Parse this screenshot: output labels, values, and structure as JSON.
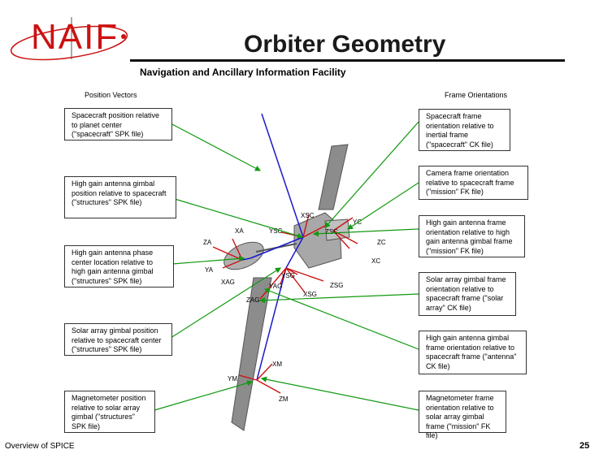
{
  "logo": {
    "text": "NAIF"
  },
  "title": "Orbiter Geometry",
  "subtitle": "Navigation and Ancillary Information Facility",
  "headers": {
    "left": "Position Vectors",
    "right": "Frame Orientations"
  },
  "left_boxes": [
    "Spacecraft position relative to planet center (\"spacecraft\" SPK file)",
    "High gain antenna gimbal position relative to spacecraft (\"structures\" SPK file)",
    "High gain antenna phase center location relative to high gain antenna gimbal (\"structures\" SPK file)",
    "Solar array gimbal position relative to spacecraft center (\"structures\" SPK file)",
    "Magnetometer position relative to solar array gimbal (\"structures\" SPK file)"
  ],
  "right_boxes": [
    "Spacecraft frame orientation relative to inertial frame (\"spacecraft\" CK file)",
    "Camera frame orientation relative to spacecraft frame (\"mission\" FK file)",
    "High gain antenna frame orientation relative to high gain antenna gimbal frame (\"mission\" FK file)",
    "Solar array gimbal frame orientation relative to spacecraft frame (\"solar array\" CK file)",
    "High gain antenna gimbal frame orientation relative to spacecraft frame (\"antenna\" CK file)",
    "Magnetometer frame orientation relative to solar array gimbal frame (\"mission\" FK file)"
  ],
  "axis_labels": {
    "xsc": "XSC",
    "ysc": "YSC",
    "zsc": "ZSC",
    "xc": "XC",
    "yc": "YC",
    "zc": "ZC",
    "xa": "XA",
    "ya": "YA",
    "za": "ZA",
    "xag": "XAG",
    "yag": "YAG",
    "zag": "ZAG",
    "xsg": "XSG",
    "ysg": "YSG",
    "zsg": "ZSG",
    "xm": "XM",
    "ym": "YM",
    "zm": "ZM"
  },
  "footer": {
    "left": "Overview of SPICE",
    "page": "25"
  },
  "colors": {
    "logo": "#cc1111",
    "arrow": "#119911",
    "vector": "#1a1acc",
    "axis": "#cc1111",
    "panel": "#8a8a8a"
  }
}
